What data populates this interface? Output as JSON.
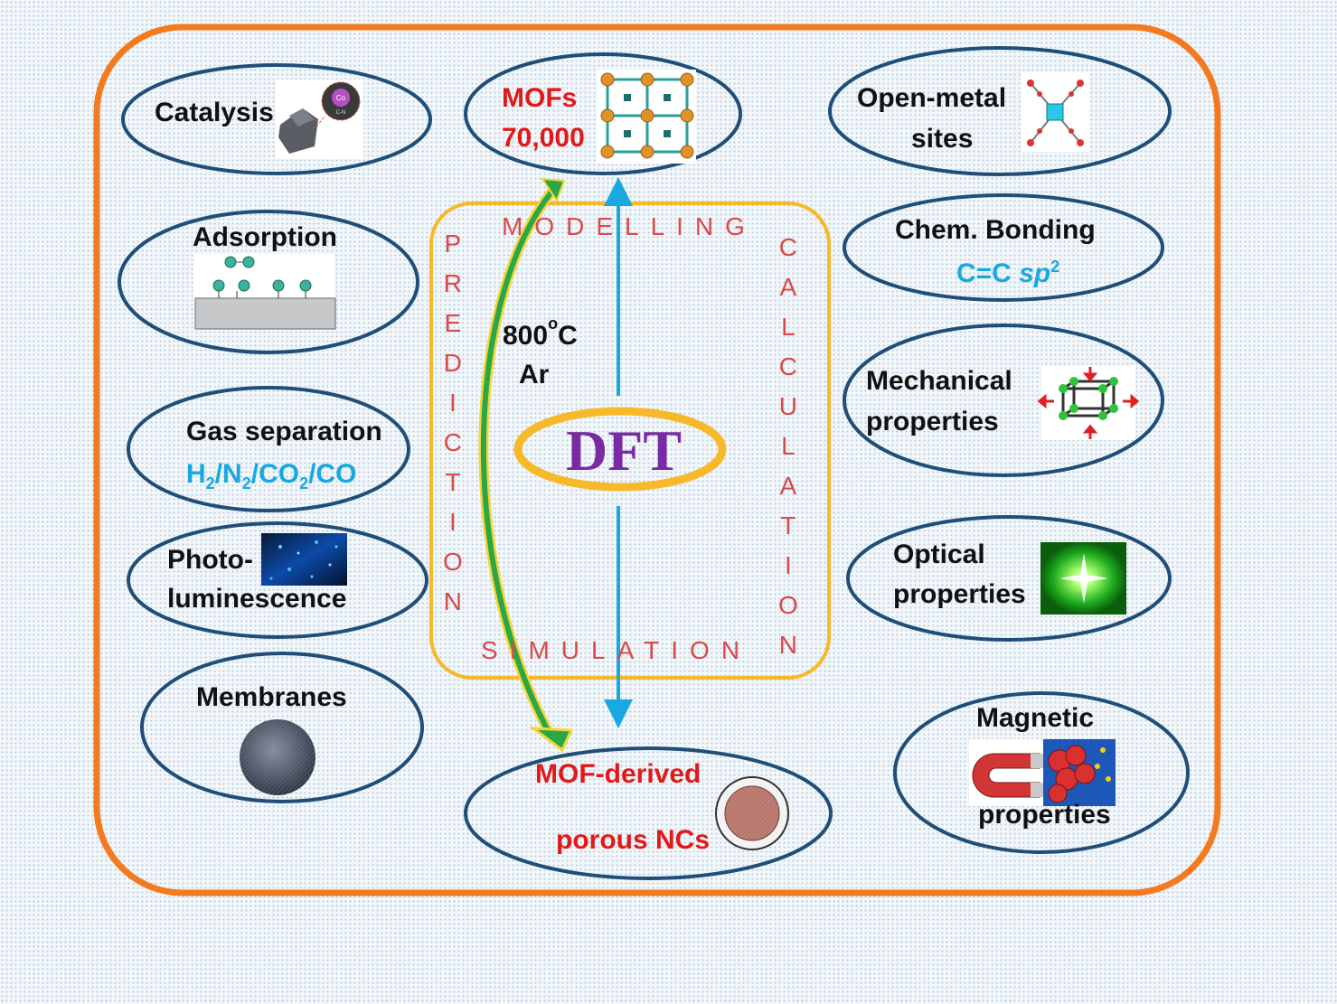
{
  "colors": {
    "outer_frame": "#f47a1f",
    "inner_box": "#f7b82a",
    "ellipse_stroke": "#1f4e79",
    "dft_ring": "#f7b82a",
    "dft_text": "#7a2aa2",
    "axis_arrow": "#19a9e0",
    "cycle_arrow": "#2aa845",
    "label_red": "#e11919",
    "label_blue": "#19a9e0",
    "side_text": "#d94a4a"
  },
  "center": {
    "dft": "DFT",
    "modelling": "MODELLING",
    "simulation": "SIMULATION",
    "prediction": [
      "P",
      "R",
      "E",
      "D",
      "I",
      "C",
      "T",
      "I",
      "O",
      "N"
    ],
    "calculation": [
      "C",
      "A",
      "L",
      "C",
      "U",
      "L",
      "A",
      "T",
      "I",
      "O",
      "N"
    ],
    "temp_value": "800",
    "temp_degree": "o",
    "temp_unit": "C",
    "gas": "Ar"
  },
  "top": {
    "line1": "MOFs",
    "line2": "70,000",
    "image": "mof-lattice-image"
  },
  "bottom": {
    "line1": "MOF-derived",
    "line2": "porous NCs",
    "image": "porous-nanocage-image"
  },
  "left": {
    "catalysis": {
      "label": "Catalysis",
      "image": "catalyst-particle-image",
      "badge": "Co",
      "badge_sub": "C-N"
    },
    "adsorption": {
      "label": "Adsorption",
      "image": "surface-adsorption-image"
    },
    "gas_separation": {
      "label": "Gas separation",
      "h": "H",
      "h_sub": "2",
      "n": "N",
      "n_sub": "2",
      "co2": "CO",
      "co2_sub": "2",
      "co": "CO",
      "slash": "/"
    },
    "photoluminescence": {
      "line1": "Photo-",
      "line2": "luminescence",
      "image": "luminescence-image"
    },
    "membranes": {
      "label": "Membranes",
      "image": "membrane-disc-image"
    }
  },
  "right": {
    "open_metal": {
      "line1": "Open-metal",
      "line2": "sites",
      "image": "metal-cluster-image"
    },
    "chem_bonding": {
      "label": "Chem. Bonding",
      "formula": "C=C",
      "hybrid": "sp",
      "hybrid_sup": "2"
    },
    "mechanical": {
      "line1": "Mechanical",
      "line2": "properties",
      "image": "strained-cell-image"
    },
    "optical": {
      "line1": "Optical",
      "line2": "properties",
      "image": "green-light-image"
    },
    "magnetic": {
      "line1": "Magnetic",
      "line2": "properties",
      "image": "magnet-image"
    }
  }
}
